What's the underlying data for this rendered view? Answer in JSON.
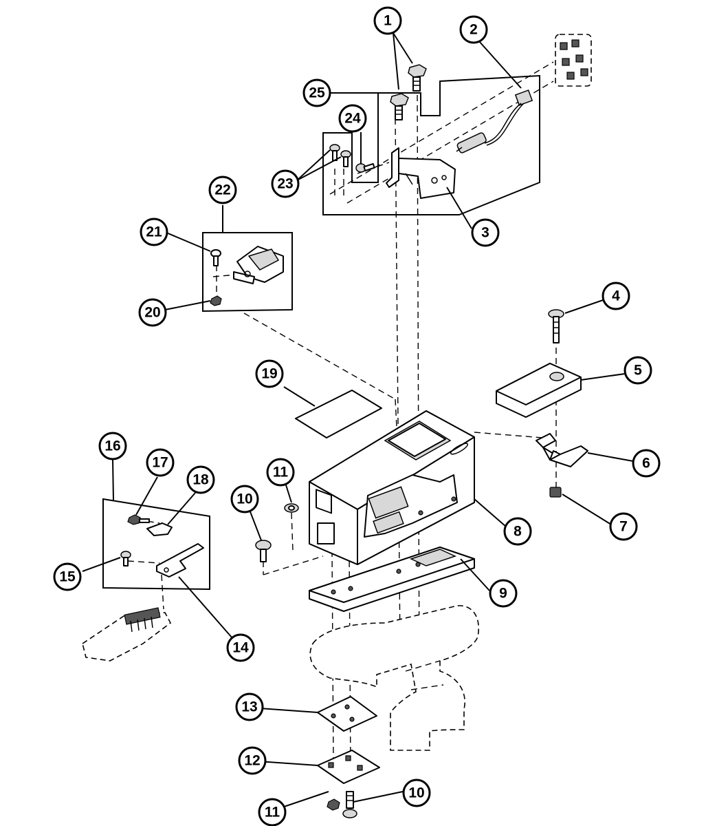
{
  "callouts": [
    {
      "id": "c1",
      "label": "1"
    },
    {
      "id": "c2",
      "label": "2"
    },
    {
      "id": "c3",
      "label": "3"
    },
    {
      "id": "c4",
      "label": "4"
    },
    {
      "id": "c5",
      "label": "5"
    },
    {
      "id": "c6",
      "label": "6"
    },
    {
      "id": "c7",
      "label": "7"
    },
    {
      "id": "c8",
      "label": "8"
    },
    {
      "id": "c9",
      "label": "9"
    },
    {
      "id": "c10a",
      "label": "10"
    },
    {
      "id": "c11a",
      "label": "11"
    },
    {
      "id": "c12",
      "label": "12"
    },
    {
      "id": "c13",
      "label": "13"
    },
    {
      "id": "c14",
      "label": "14"
    },
    {
      "id": "c15",
      "label": "15"
    },
    {
      "id": "c16",
      "label": "16"
    },
    {
      "id": "c17",
      "label": "17"
    },
    {
      "id": "c18",
      "label": "18"
    },
    {
      "id": "c19",
      "label": "19"
    },
    {
      "id": "c20",
      "label": "20"
    },
    {
      "id": "c21",
      "label": "21"
    },
    {
      "id": "c22",
      "label": "22"
    },
    {
      "id": "c23",
      "label": "23"
    },
    {
      "id": "c24",
      "label": "24"
    },
    {
      "id": "c25",
      "label": "25"
    },
    {
      "id": "c10b",
      "label": "10"
    },
    {
      "id": "c11b",
      "label": "11"
    }
  ]
}
